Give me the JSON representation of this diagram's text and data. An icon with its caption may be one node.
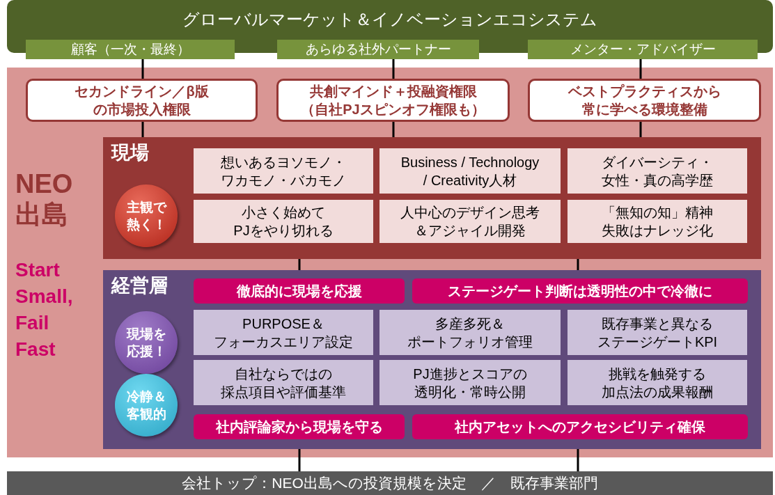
{
  "diagram": {
    "nodes": [
      {
        "text": [
          "グローバルマーケット＆イノベーションエコシステム"
        ]
      },
      {
        "text": [
          "顧客（一次・最終）"
        ]
      },
      {
        "text": [
          "あらゆる社外パートナー"
        ]
      },
      {
        "text": [
          "メンター・アドバイザー"
        ]
      },
      {
        "text": [
          "NEO出島",
          "Start Small, Fail Fast"
        ]
      },
      {
        "text": [
          "セカンドライン／β版の市場投入権限"
        ],
        "in": 4
      },
      {
        "text": [
          "共創マインド＋投融資権限（自社PJスピンオフ権限も）"
        ],
        "in": 4
      },
      {
        "text": [
          "ベストプラクティスから常に学べる環境整備"
        ],
        "in": 4
      },
      {
        "text": [
          "現場"
        ],
        "in": 4
      },
      {
        "text": [
          "主観で熱く！"
        ],
        "in": 8
      },
      {
        "text": [
          "想いあるヨソモノ・ワカモノ・バカモノ"
        ],
        "in": 8
      },
      {
        "text": [
          "Business / Technology / Creativity人材"
        ],
        "in": 8
      },
      {
        "text": [
          "ダイバーシティ・女性・真の高学歴"
        ],
        "in": 8
      },
      {
        "text": [
          "小さく始めてPJをやり切れる"
        ],
        "in": 8
      },
      {
        "text": [
          "人中心のデザイン思考＆アジャイル開発"
        ],
        "in": 8
      },
      {
        "text": [
          "「無知の知」精神失敗はナレッジ化"
        ],
        "in": 8
      },
      {
        "text": [
          "経営層"
        ],
        "in": 4
      },
      {
        "text": [
          "現場を応援！"
        ],
        "in": 16
      },
      {
        "text": [
          "冷静＆客観的"
        ],
        "in": 16
      },
      {
        "text": [
          "徹底的に現場を応援"
        ],
        "in": 16
      },
      {
        "text": [
          "ステージゲート判断は透明性の中で冷徹に"
        ],
        "in": 16
      },
      {
        "text": [
          "PURPOSE＆フォーカスエリア設定"
        ],
        "in": 16
      },
      {
        "text": [
          "多産多死＆ポートフォリオ管理"
        ],
        "in": 16
      },
      {
        "text": [
          "既存事業と異なるステージゲートKPI"
        ],
        "in": 16
      },
      {
        "text": [
          "自社ならではの採点項目や評価基準"
        ],
        "in": 16
      },
      {
        "text": [
          "PJ進捗とスコアの透明化・常時公開"
        ],
        "in": 16
      },
      {
        "text": [
          "挑戦を触発する加点法の成果報酬"
        ],
        "in": 16
      },
      {
        "text": [
          "社内評論家から現場を守る"
        ],
        "in": 16
      },
      {
        "text": [
          "社内アセットへのアクセシビリティ確保"
        ],
        "in": 16
      },
      {
        "text": [
          "会社トップ：NEO出島への投資規模を決定　／　既存事業部門"
        ]
      }
    ],
    "edges": [
      {
        "from": 1,
        "to": 5,
        "arrow": "none"
      },
      {
        "from": 2,
        "to": 6,
        "arrow": "none"
      },
      {
        "from": 3,
        "to": 7,
        "arrow": "none"
      },
      {
        "from": 5,
        "to": 8,
        "arrow": "none"
      },
      {
        "from": 6,
        "to": 8,
        "arrow": "none"
      },
      {
        "from": 7,
        "to": 8,
        "arrow": "none"
      },
      {
        "from": 8,
        "to": 16,
        "arrow": "none"
      },
      {
        "from": 8,
        "to": 16,
        "arrow": "none"
      },
      {
        "from": 16,
        "to": 29,
        "arrow": "none"
      },
      {
        "from": 16,
        "to": 29,
        "arrow": "none"
      }
    ]
  }
}
